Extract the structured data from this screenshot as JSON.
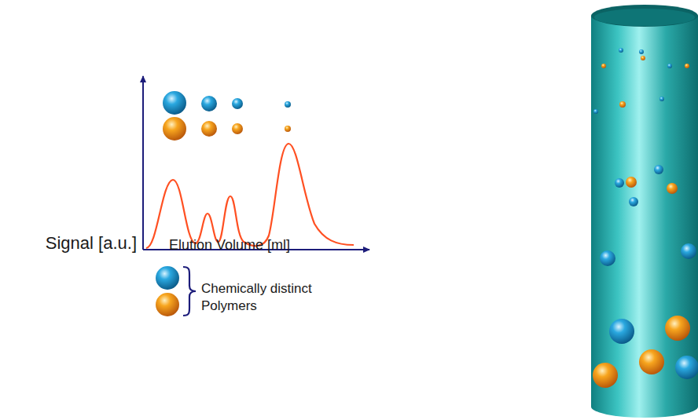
{
  "diagram": {
    "labels": [
      "Signal [a.u.]",
      "Elution Volume [ml]",
      "Chemically distinct Polymers"
    ]
  }
}
